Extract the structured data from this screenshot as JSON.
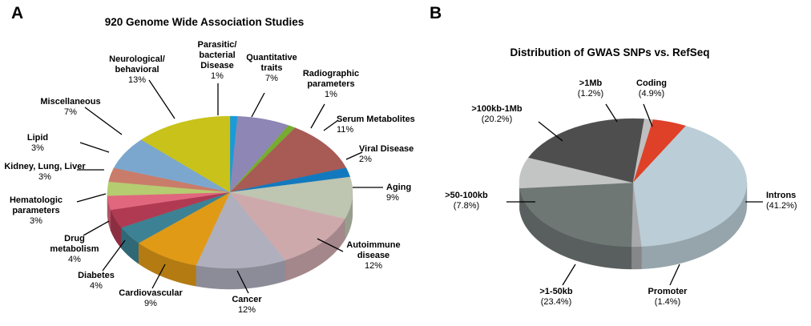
{
  "panels": [
    {
      "letter": "A",
      "title": "920 Genome Wide Association Studies",
      "chart_data": {
        "type": "pie",
        "title": "920 Genome Wide Association Studies",
        "total_studies": 920,
        "units": "percent",
        "legend": "none (direct labels with leader lines)",
        "labels": [
          "Parasitic/ bacterial Disease",
          "Quantitative traits",
          "Radiographic parameters",
          "Serum Metabolites",
          "Viral Disease",
          "Aging",
          "Autoimmune disease",
          "Cancer",
          "Cardiovascular",
          "Diabetes",
          "Drug metabolism",
          "Hematologic parameters",
          "Kidney, Lung, Liver",
          "Lipid",
          "Miscellaneous",
          "Neurological/ behavioral"
        ],
        "values": [
          1,
          7,
          1,
          11,
          2,
          9,
          12,
          12,
          9,
          4,
          4,
          3,
          3,
          3,
          7,
          13
        ],
        "colors": [
          "#1A9BD7",
          "#8E86B5",
          "#77AC30",
          "#A85A55",
          "#1279BE",
          "#BEC5B0",
          "#CDA9AC",
          "#AFAFBE",
          "#E09A16",
          "#3C8294",
          "#AF3A52",
          "#E0677E",
          "#B5CC70",
          "#C97C6A",
          "#7BA7CE",
          "#C9C21A"
        ]
      },
      "slices": [
        {
          "label": "Parasitic/\nbacterial\nDisease",
          "pct": "1%",
          "value": 1,
          "color": "#1A9BD7"
        },
        {
          "label": "Quantitative\ntraits",
          "pct": "7%",
          "value": 7,
          "color": "#8E86B5"
        },
        {
          "label": "Radiographic\nparameters",
          "pct": "1%",
          "value": 1,
          "color": "#77AC30"
        },
        {
          "label": "Serum Metabolites",
          "pct": "11%",
          "value": 11,
          "color": "#A85A55"
        },
        {
          "label": "Viral Disease",
          "pct": "2%",
          "value": 2,
          "color": "#1279BE"
        },
        {
          "label": "Aging",
          "pct": "9%",
          "value": 9,
          "color": "#BEC5B0"
        },
        {
          "label": "Autoimmune\ndisease",
          "pct": "12%",
          "value": 12,
          "color": "#CDA9AC"
        },
        {
          "label": "Cancer",
          "pct": "12%",
          "value": 12,
          "color": "#AFAFBE"
        },
        {
          "label": "Cardiovascular",
          "pct": "9%",
          "value": 9,
          "color": "#E09A16"
        },
        {
          "label": "Diabetes",
          "pct": "4%",
          "value": 4,
          "color": "#3C8294"
        },
        {
          "label": "Drug\nmetabolism",
          "pct": "4%",
          "value": 4,
          "color": "#AF3A52"
        },
        {
          "label": "Hematologic\nparameters",
          "pct": "3%",
          "value": 3,
          "color": "#E0677E"
        },
        {
          "label": "Kidney, Lung, Liver",
          "pct": "3%",
          "value": 3,
          "color": "#B5CC70"
        },
        {
          "label": "Lipid",
          "pct": "3%",
          "value": 3,
          "color": "#C97C6A"
        },
        {
          "label": "Miscellaneous",
          "pct": "7%",
          "value": 7,
          "color": "#7BA7CE"
        },
        {
          "label": "Neurological/\nbehavioral",
          "pct": "13%",
          "value": 13,
          "color": "#C9C21A"
        }
      ]
    },
    {
      "letter": "B",
      "title": "Distribution of GWAS SNPs vs. RefSeq",
      "chart_data": {
        "type": "pie",
        "title": "Distribution of GWAS SNPs vs. RefSeq",
        "units": "percent",
        "legend": "none (direct labels with leader lines)",
        "labels": [
          "Coding",
          "Introns",
          "Promoter",
          ">1-50kb",
          ">50-100kb",
          ">100kb-1Mb",
          ">1Mb"
        ],
        "values": [
          4.9,
          41.2,
          1.4,
          23.4,
          7.8,
          20.2,
          1.2
        ],
        "colors": [
          "#DE4028",
          "#BBCDD6",
          "#A8A9AA",
          "#6F7775",
          "#C3C5C4",
          "#4E4E4E",
          "#BFBFBF"
        ]
      },
      "slices": [
        {
          "label": "Coding",
          "pct": "(4.9%)",
          "value": 4.9,
          "color": "#DE4028"
        },
        {
          "label": "Introns",
          "pct": "(41.2%)",
          "value": 41.2,
          "color": "#BBCDD6"
        },
        {
          "label": "Promoter",
          "pct": "(1.4%)",
          "value": 1.4,
          "color": "#A8A9AA"
        },
        {
          "label": ">1-50kb",
          "pct": "(23.4%)",
          "value": 23.4,
          "color": "#6F7775"
        },
        {
          "label": ">50-100kb",
          "pct": "(7.8%)",
          "value": 7.8,
          "color": "#C3C5C4"
        },
        {
          "label": ">100kb-1Mb",
          "pct": "(20.2%)",
          "value": 20.2,
          "color": "#4E4E4E"
        },
        {
          "label": ">1Mb",
          "pct": "(1.2%)",
          "value": 1.2,
          "color": "#BFBFBF"
        }
      ]
    }
  ]
}
